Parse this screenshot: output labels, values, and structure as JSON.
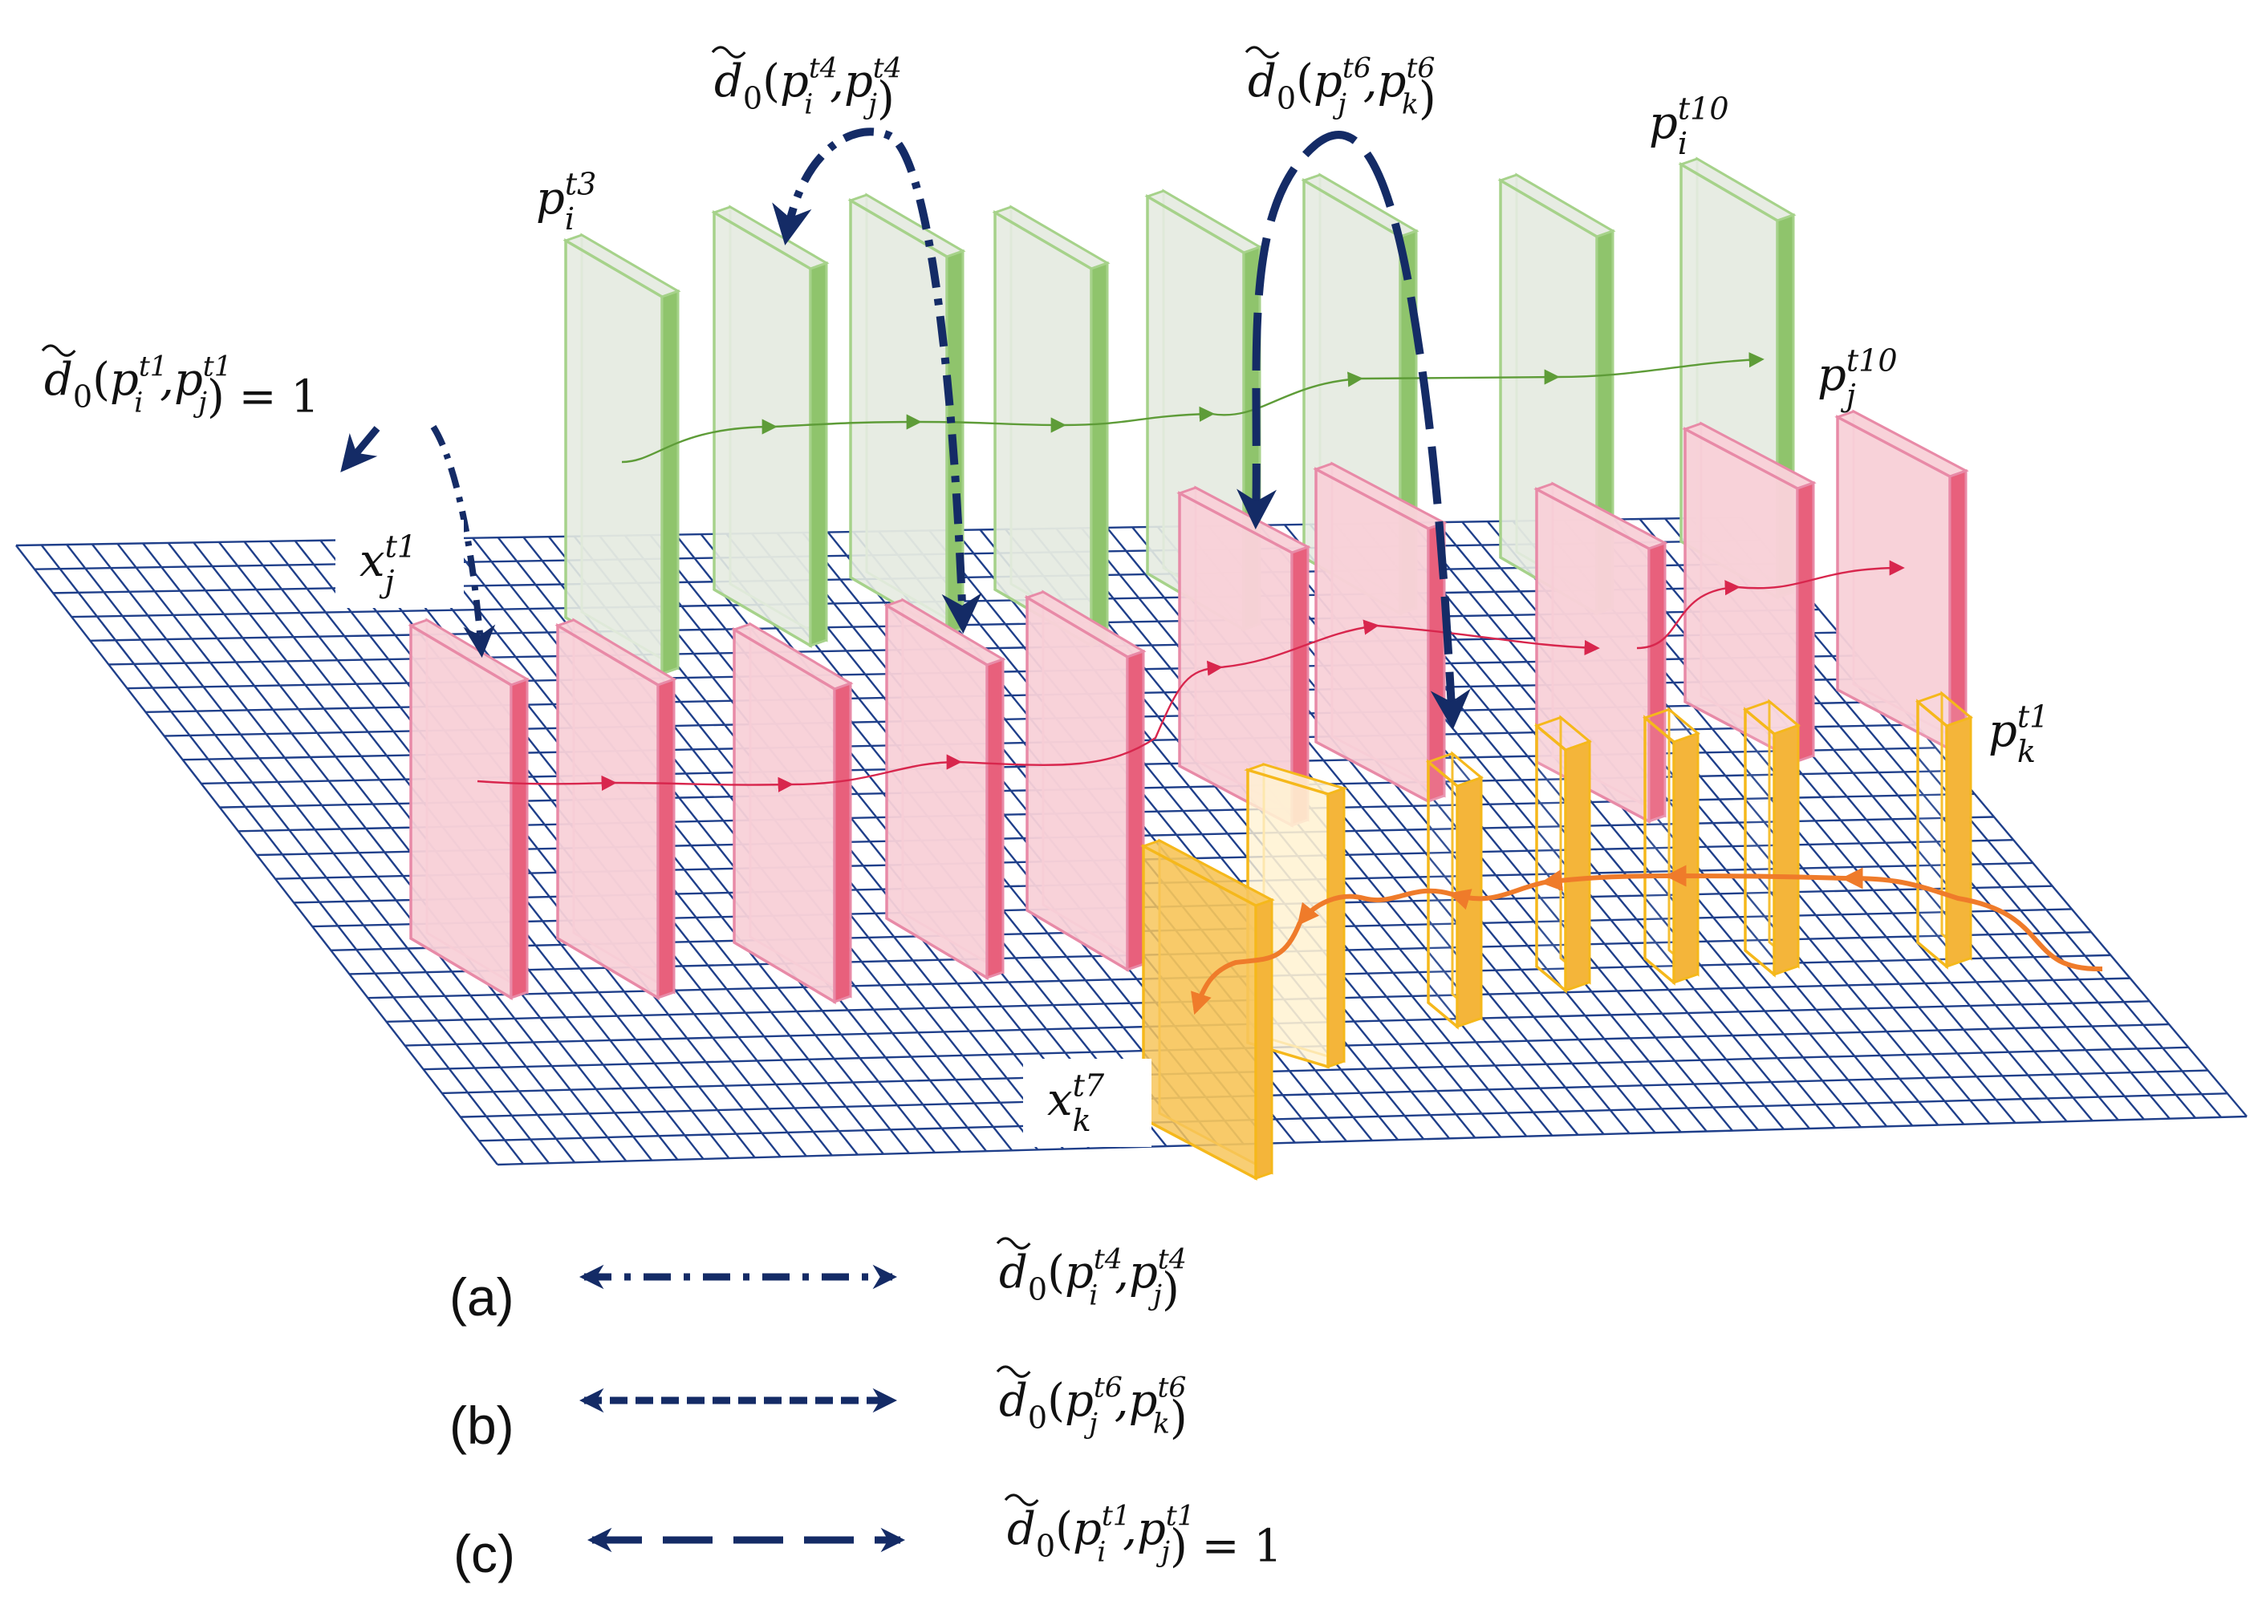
{
  "colors": {
    "grid": "#1f3f8a",
    "dist_arrow": "#142b66",
    "track_i": "#7db356",
    "track_j": "#e0466a",
    "track_k": "#ef7b2a",
    "panel_i_fill": "#e6ebe1",
    "panel_i_edge": "#a6d28a",
    "panel_j_fill": "#f8d1d8",
    "panel_j_edge": "#e88aa7",
    "panel_k_fill": "#f7c65c",
    "panel_k_edge": "#f5b81b"
  },
  "labels": {
    "p_i_t3": {
      "base": "p",
      "sub": "i",
      "sup": "t3"
    },
    "p_i_t10": {
      "base": "p",
      "sub": "i",
      "sup": "t10"
    },
    "p_j_t10": {
      "base": "p",
      "sub": "j",
      "sup": "t10"
    },
    "p_k_t1": {
      "base": "p",
      "sub": "k",
      "sup": "t1"
    },
    "x_j_t1": {
      "base": "x",
      "sub": "j",
      "sup": "t1"
    },
    "x_k_t7": {
      "base": "x",
      "sub": "k",
      "sup": "t7"
    }
  },
  "distance_labels": {
    "d_t4": {
      "args": [
        [
          "p",
          "i",
          "t4"
        ],
        [
          "p",
          "j",
          "t4"
        ]
      ],
      "suffix": ""
    },
    "d_t6": {
      "args": [
        [
          "p",
          "j",
          "t6"
        ],
        [
          "p",
          "k",
          "t6"
        ]
      ],
      "suffix": ""
    },
    "d_t1": {
      "args": [
        [
          "p",
          "i",
          "t1"
        ],
        [
          "p",
          "j",
          "t1"
        ]
      ],
      "suffix": " = 1"
    }
  },
  "legend": [
    {
      "key": "(a)",
      "style": "dash-dot",
      "formula": "d_t4"
    },
    {
      "key": "(b)",
      "style": "short-dash",
      "formula": "d_t6"
    },
    {
      "key": "(c)",
      "style": "long-dash",
      "formula": "d_t1"
    }
  ]
}
